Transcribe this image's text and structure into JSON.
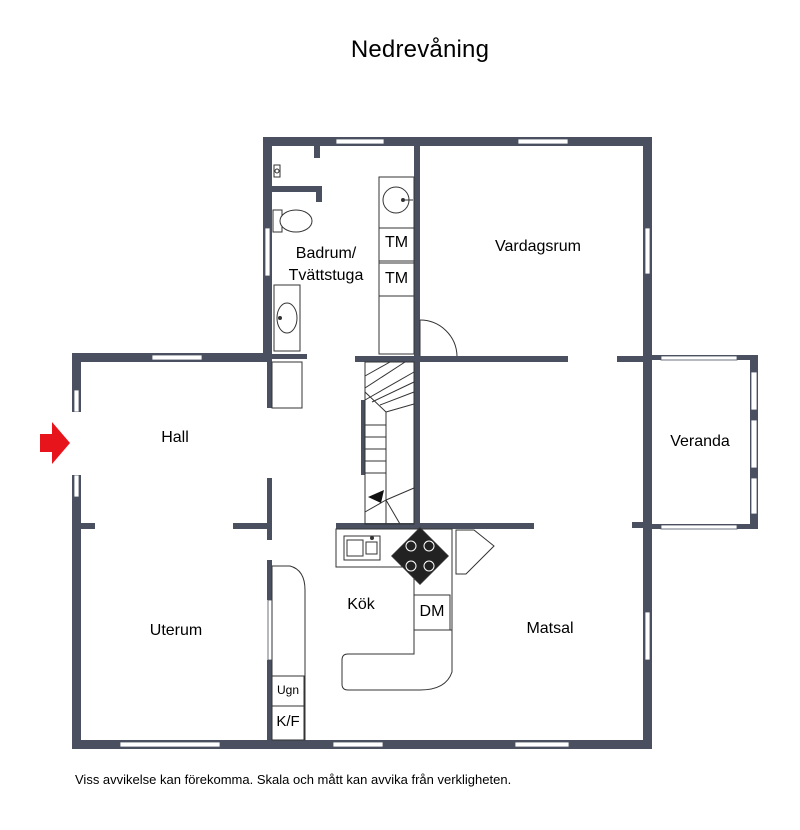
{
  "title": "Nedrevåning",
  "disclaimer": "Viss avvikelse kan förekomma. Skala och mått kan avvika från verkligheten.",
  "rooms": {
    "badrum": "Badrum/",
    "badrum_line2": "Tvättstuga",
    "vardagsrum": "Vardagsrum",
    "hall": "Hall",
    "veranda": "Veranda",
    "kok": "Kök",
    "matsal": "Matsal",
    "uterum": "Uterum"
  },
  "fixtures": {
    "tm1": "TM",
    "tm2": "TM",
    "dm": "DM",
    "ugn": "Ugn",
    "kf": "K/F"
  },
  "colors": {
    "wall": "#4a5060",
    "window": "#ffffff",
    "entrance_arrow": "#e8141b"
  },
  "icons": {
    "entrance": "entrance-arrow-icon",
    "stairs_direction": "stairs-direction-arrow-icon"
  }
}
